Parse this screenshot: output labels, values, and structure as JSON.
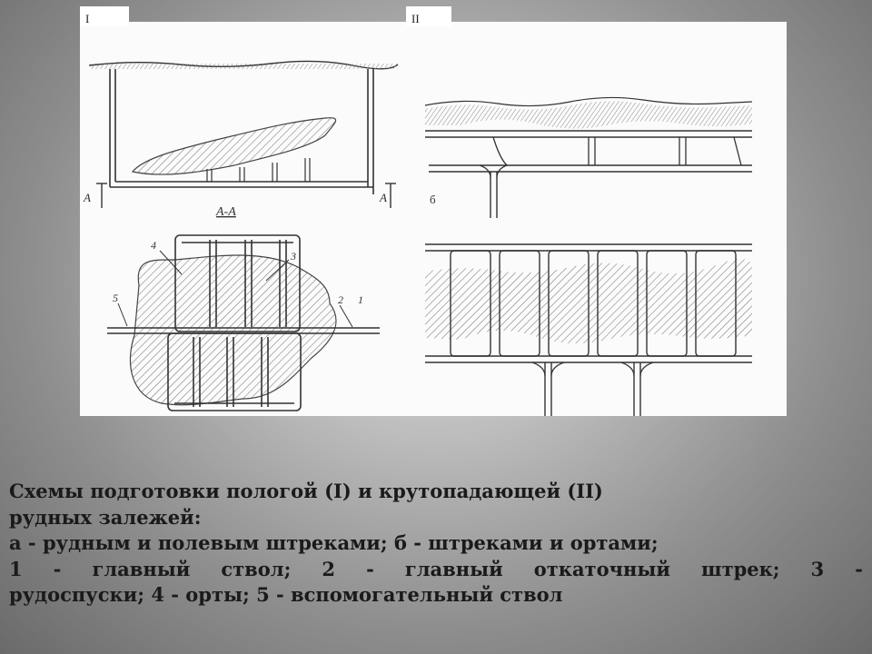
{
  "figure": {
    "panel_label_i": "I",
    "panel_label_ii": "II",
    "section_label": "А-А",
    "section_marker": "А",
    "label_b": "б",
    "callout_1": "1",
    "callout_2": "2",
    "callout_3": "3",
    "callout_4": "4",
    "callout_5": "5",
    "colors": {
      "background": "#8f8f8f",
      "sheet": "#fbfbfb",
      "ink": "#333333",
      "hatch": "#777777"
    }
  },
  "caption": {
    "line1": "Схемы подготовки пологой (I) и крутопадающей (II)",
    "line2": "рудных залежей:",
    "line3": "а - рудным и полевым штреками; б - штреками и ортами;",
    "line4": "1 - главный ствол; 2 - главный откаточный штрек; 3 -",
    "line5": "рудоспуски; 4 - орты; 5 - вспомогательный ствол"
  }
}
